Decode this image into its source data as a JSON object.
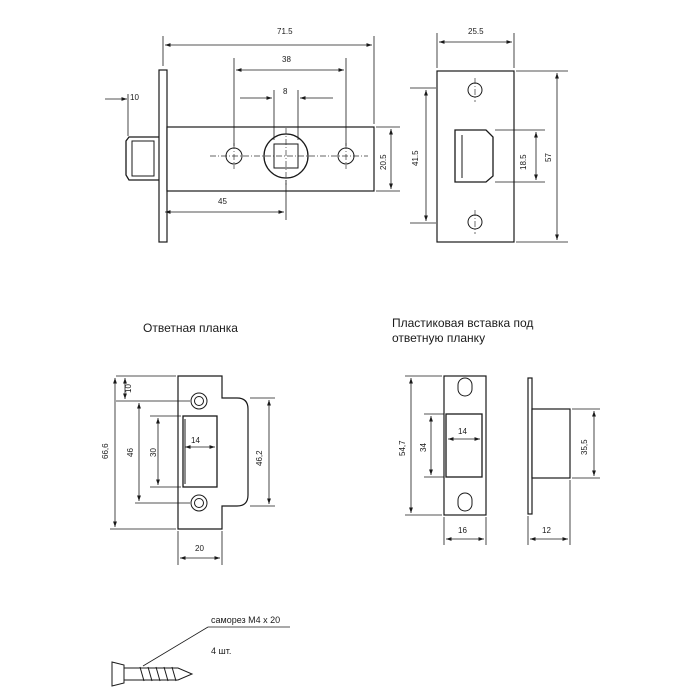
{
  "latch": {
    "dims": {
      "total_length": "71.5",
      "hole_spacing": "38",
      "spindle": "8",
      "bolt": "10",
      "backset": "45",
      "body_height": "20.5",
      "plate_height": "41.5"
    }
  },
  "faceplate": {
    "dims": {
      "width": "25.5",
      "bolt_window": "18.5",
      "height": "57"
    }
  },
  "strike_plate": {
    "title": "Ответная планка",
    "dims": {
      "d10": "10",
      "d66": "66,6",
      "d46": "46",
      "d30": "30",
      "d14": "14",
      "d46_2": "46,2",
      "d20": "20"
    }
  },
  "plastic_insert": {
    "title_line1": "Пластиковая вставка под",
    "title_line2": "ответную планку",
    "dims": {
      "h54": "54,7",
      "h34": "34",
      "w14": "14",
      "w16": "16",
      "side_h": "35,5",
      "side_w": "12"
    }
  },
  "screw": {
    "label": "саморез М4 х 20",
    "quantity": "4 шт."
  }
}
